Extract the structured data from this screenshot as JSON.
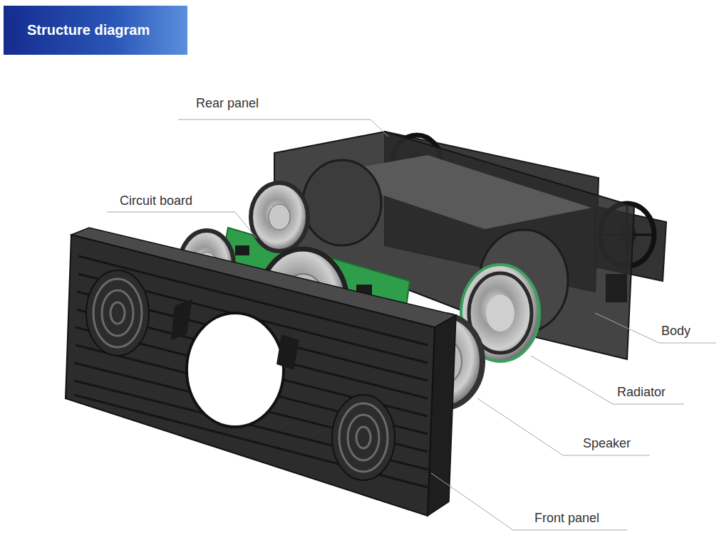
{
  "diagram": {
    "title": "Structure diagram",
    "labels": [
      "Rear panel",
      "Circuit board",
      "Body",
      "Radiator",
      "Speaker",
      "Front panel"
    ]
  }
}
